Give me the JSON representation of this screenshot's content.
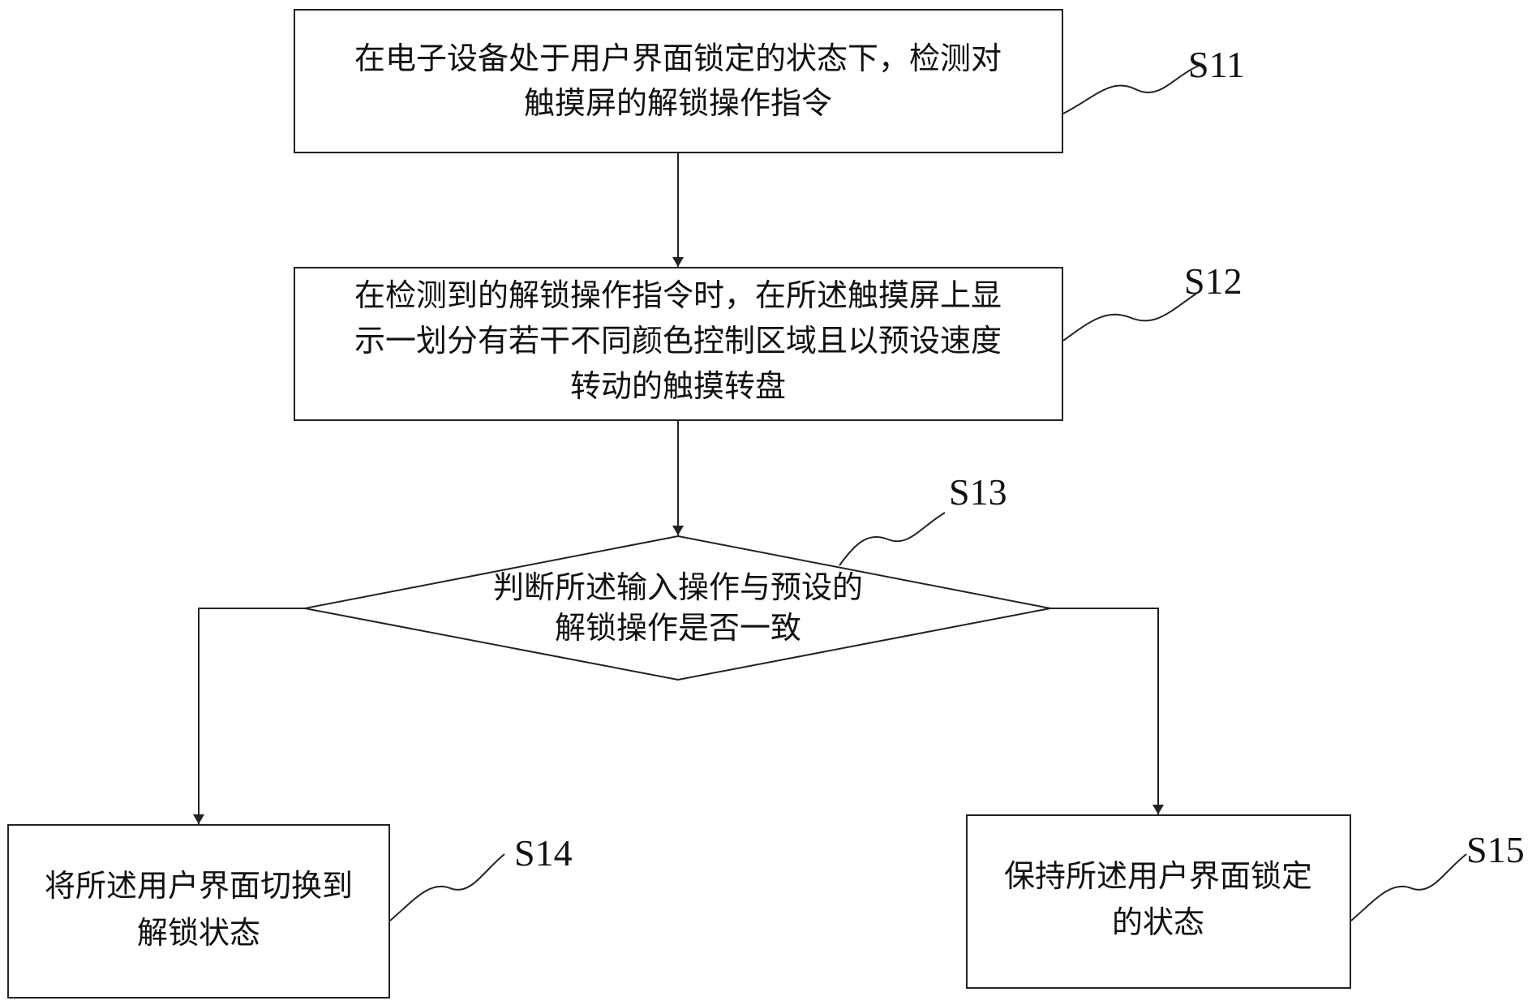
{
  "nodes": {
    "s11": {
      "label": "S11",
      "lines": [
        "在电子设备处于用户界面锁定的状态下，检测对",
        "触摸屏的解锁操作指令"
      ]
    },
    "s12": {
      "label": "S12",
      "lines": [
        "在检测到的解锁操作指令时，在所述触摸屏上显",
        "示一划分有若干不同颜色控制区域且以预设速度",
        "转动的触摸转盘"
      ]
    },
    "s13": {
      "label": "S13",
      "lines": [
        "判断所述输入操作与预设的",
        "解锁操作是否一致"
      ]
    },
    "s14": {
      "label": "S14",
      "lines": [
        "将所述用户界面切换到",
        "解锁状态"
      ]
    },
    "s15": {
      "label": "S15",
      "lines": [
        "保持所述用户界面锁定",
        "的状态"
      ]
    }
  },
  "edges": [
    {
      "from": "s11",
      "to": "s12"
    },
    {
      "from": "s12",
      "to": "s13"
    },
    {
      "from": "s13",
      "to": "s14"
    },
    {
      "from": "s13",
      "to": "s15"
    }
  ]
}
